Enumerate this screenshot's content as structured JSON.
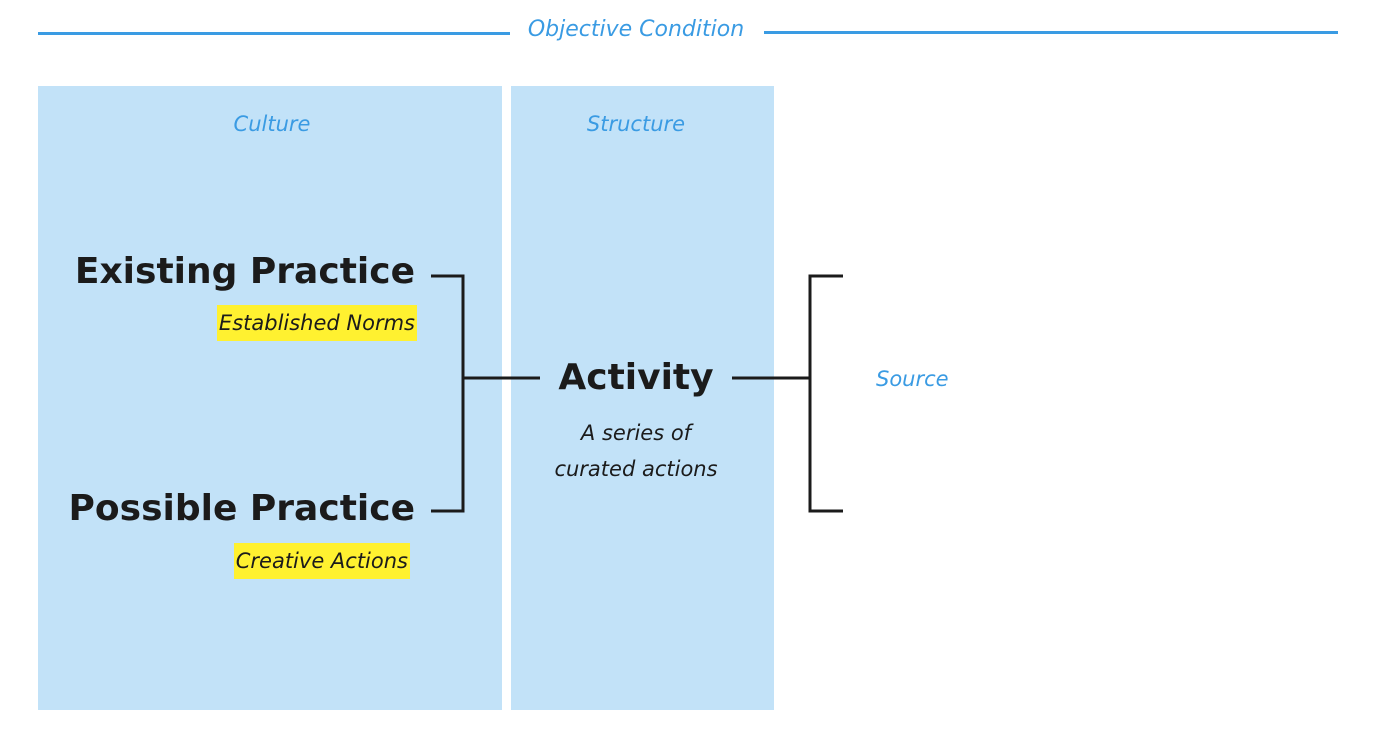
{
  "header": {
    "title": "Objective Condition"
  },
  "panels": {
    "culture": {
      "label": "Culture"
    },
    "structure": {
      "label": "Structure"
    }
  },
  "nodes": {
    "existing_practice": {
      "title": "Existing Practice",
      "tag": "Established Norms"
    },
    "possible_practice": {
      "title": "Possible Practice",
      "tag": "Creative Actions"
    },
    "activity": {
      "title": "Activity",
      "subtitle_line1": "A series of",
      "subtitle_line2": "curated actions"
    }
  },
  "source": {
    "label": "Source"
  },
  "colors": {
    "accent": "#3a9be3",
    "panel": "#c2e2f8",
    "highlight": "#fff130",
    "text": "#1b1b1b"
  }
}
